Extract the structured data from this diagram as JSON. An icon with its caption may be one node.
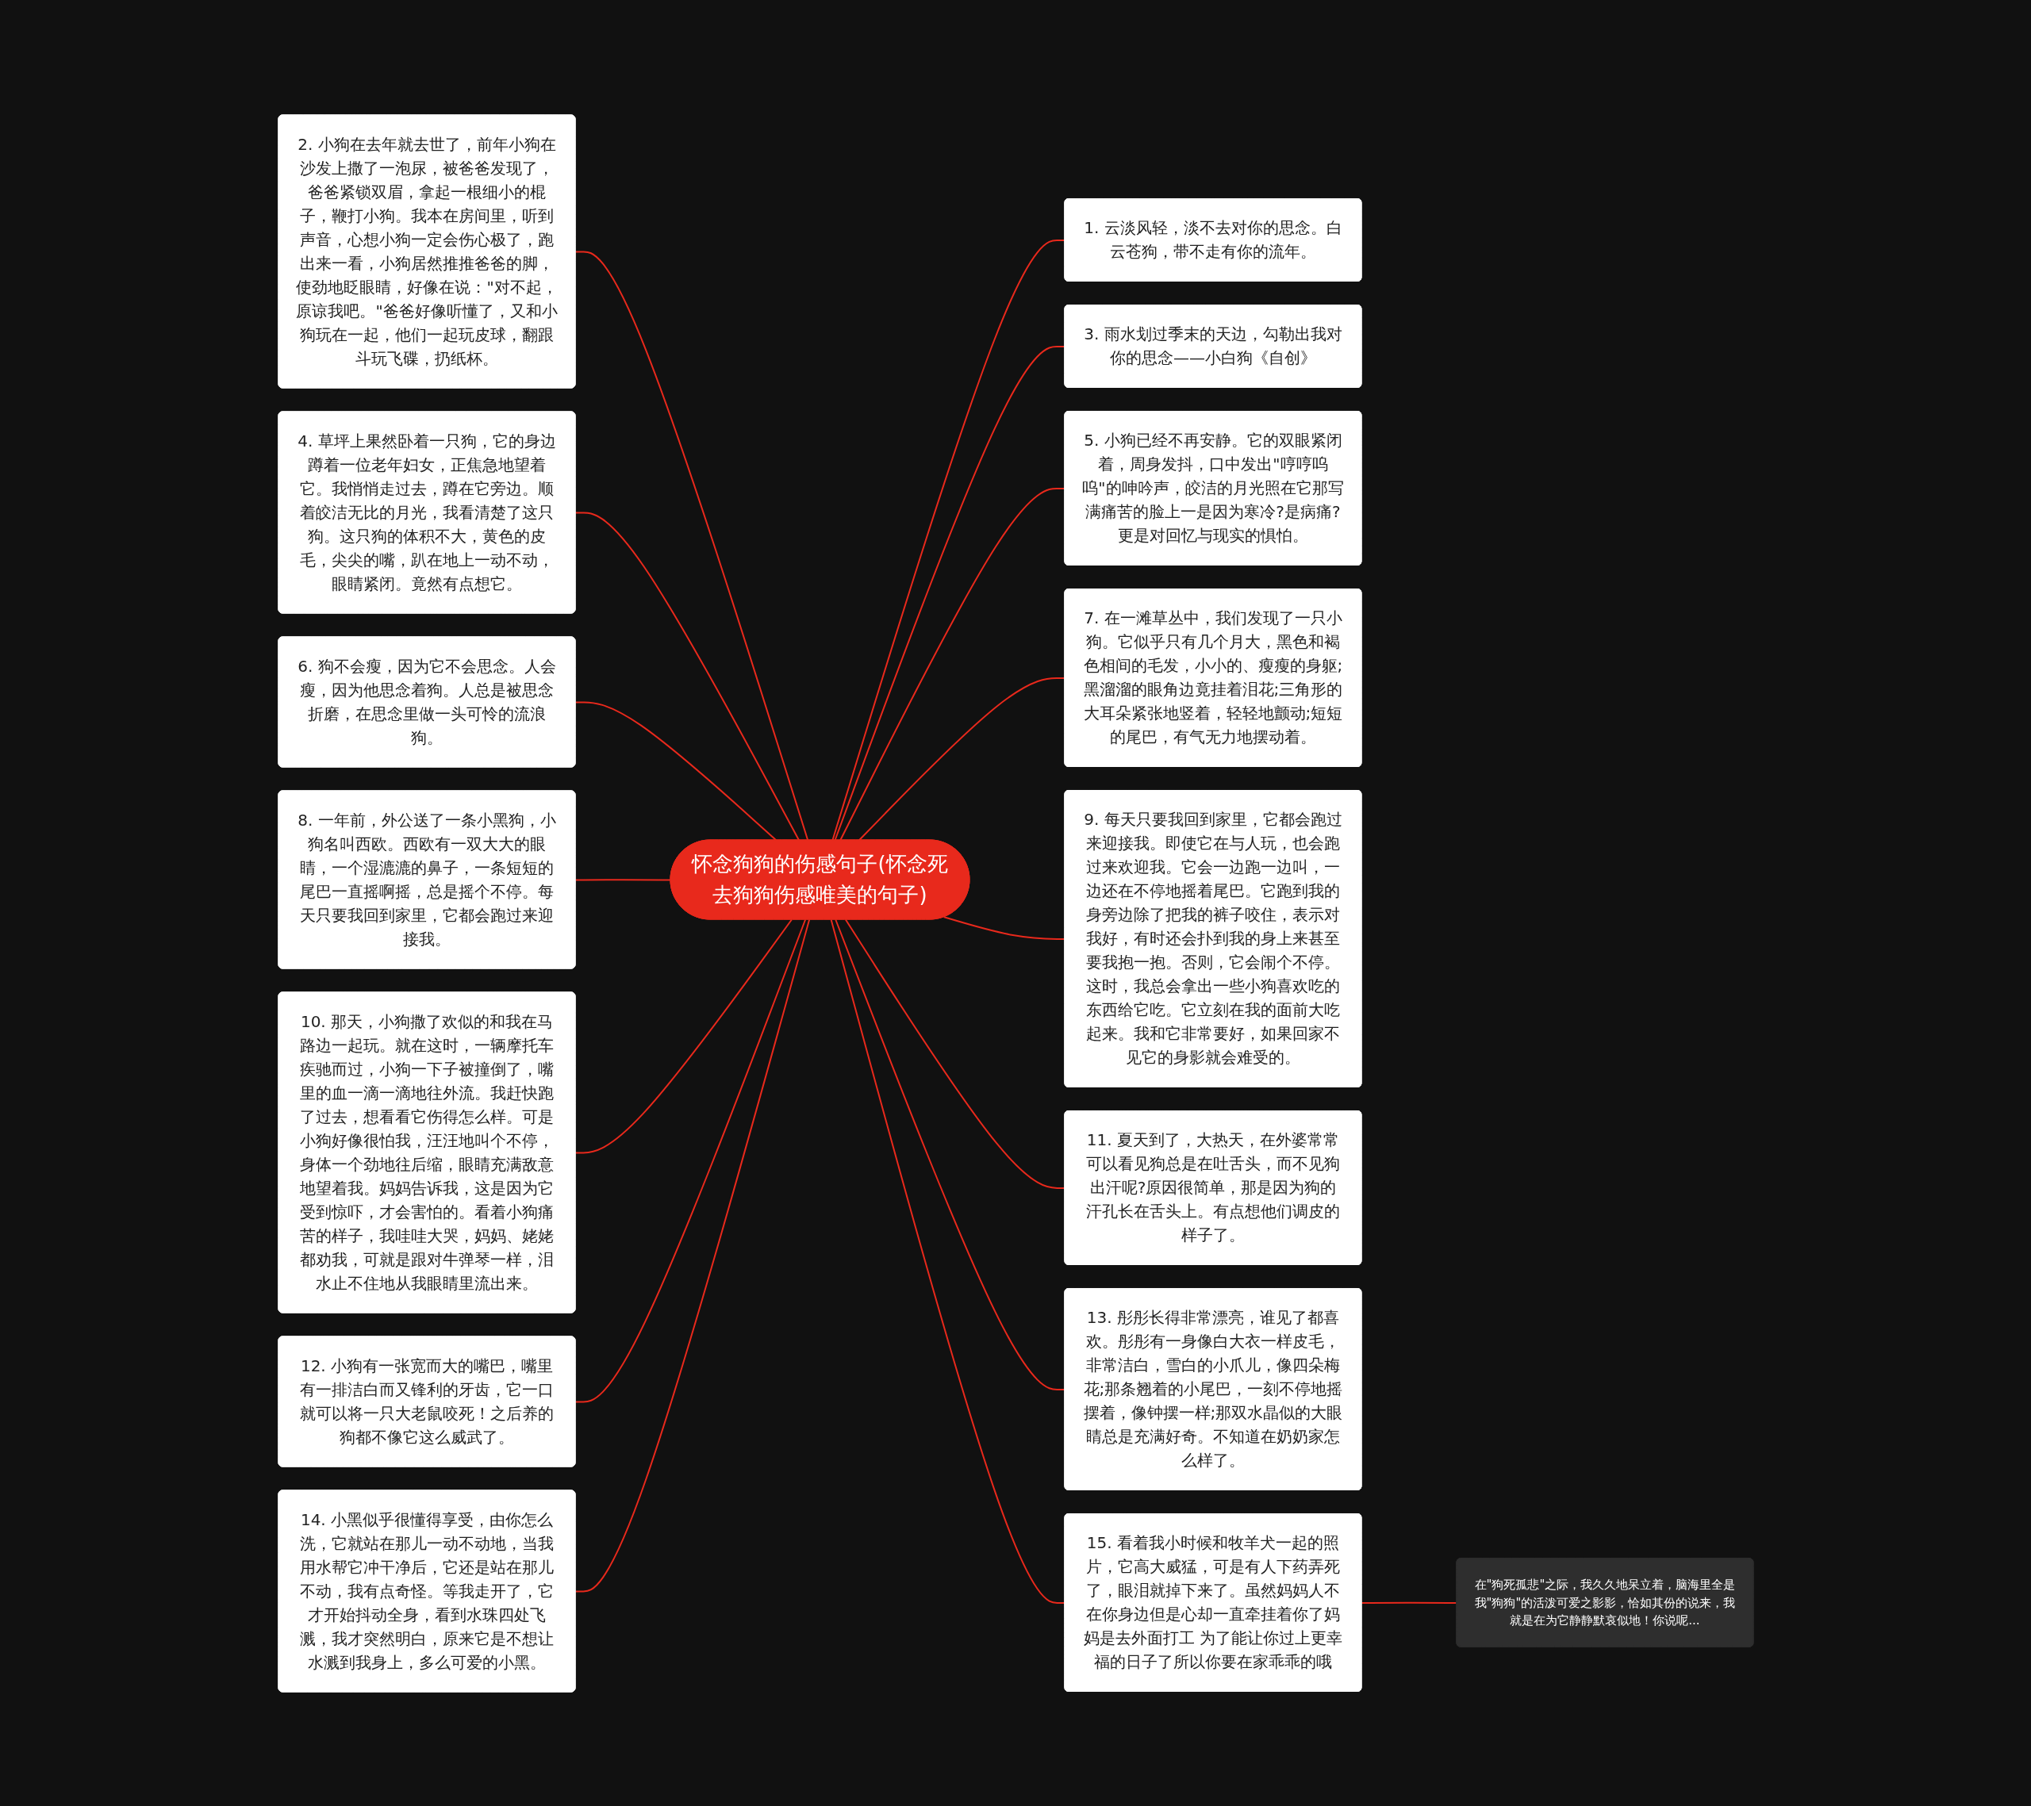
{
  "diagram": {
    "nodes": [
      {
        "text": [
          "怀念狗狗的伤感句子(怀念死去狗狗伤感唯美的句子)"
        ]
      },
      {
        "text": [
          "1. 云淡风轻，淡不去对你的思念。白云苍狗，带不走有你的流年。"
        ]
      },
      {
        "text": [
          "2. 小狗在去年就去世了，前年小狗在沙发上撒了一泡尿，被爸爸发现了，爸爸紧锁双眉，拿起一根细小的棍子，鞭打小狗。我本在房间里，听到声音，心想小狗一定会伤心极了，跑出来一看，小狗居然推推爸爸的脚，使劲地眨眼睛，好像在说：\"对不起，原谅我吧。\"爸爸好像听懂了，又和小狗玩在一起，他们一起玩皮球，翻跟斗玩飞碟，扔纸杯。"
        ]
      },
      {
        "text": [
          "3. 雨水划过季末的天边，勾勒出我对你的思念——小白狗《自创》"
        ]
      },
      {
        "text": [
          "4. 草坪上果然卧着一只狗，它的身边蹲着一位老年妇女，正焦急地望着它。我悄悄走过去，蹲在它旁边。顺着皎洁无比的月光，我看清楚了这只狗。这只狗的体积不大，黄色的皮毛，尖尖的嘴，趴在地上一动不动，眼睛紧闭。竟然有点想它。"
        ]
      },
      {
        "text": [
          "5. 小狗已经不再安静。它的双眼紧闭着，周身发抖，口中发出\"哼哼呜呜\"的呻吟声，皎洁的月光照在它那写满痛苦的脸上一是因为寒冷?是病痛?更是对回忆与现实的惧怕。"
        ]
      },
      {
        "text": [
          "6. 狗不会瘦，因为它不会思念。人会瘦，因为他思念着狗。人总是被思念折磨，在思念里做一头可怜的流浪狗。"
        ]
      },
      {
        "text": [
          "7. 在一滩草丛中，我们发现了一只小狗。它似乎只有几个月大，黑色和褐色相间的毛发，小小的、瘦瘦的身躯;黑溜溜的眼角边竟挂着泪花;三角形的大耳朵紧张地竖着，轻轻地颤动;短短的尾巴，有气无力地摆动着。"
        ]
      },
      {
        "text": [
          "8. 一年前，外公送了一条小黑狗，小狗名叫西欧。西欧有一双大大的眼睛，一个湿漉漉的鼻子，一条短短的尾巴一直摇啊摇，总是摇个不停。每天只要我回到家里，它都会跑过来迎接我。"
        ]
      },
      {
        "text": [
          "9. 每天只要我回到家里，它都会跑过来迎接我。即使它在与人玩，也会跑过来欢迎我。它会一边跑一边叫，一边还在不停地摇着尾巴。它跑到我的身旁边除了把我的裤子咬住，表示对我好，有时还会扑到我的身上来甚至要我抱一抱。否则，它会闹个不停。这时，我总会拿出一些小狗喜欢吃的东西给它吃。它立刻在我的面前大吃起来。我和它非常要好，如果回家不见它的身影就会难受的。"
        ]
      },
      {
        "text": [
          "10. 那天，小狗撒了欢似的和我在马路边一起玩。就在这时，一辆摩托车疾驰而过，小狗一下子被撞倒了，嘴里的血一滴一滴地往外流。我赶快跑了过去，想看看它伤得怎么样。可是小狗好像很怕我，汪汪地叫个不停，身体一个劲地往后缩，眼睛充满敌意地望着我。妈妈告诉我，这是因为它受到惊吓，才会害怕的。看着小狗痛苦的样子，我哇哇大哭，妈妈、姥姥都劝我，可就是跟对牛弹琴一样，泪水止不住地从我眼睛里流出来。"
        ]
      },
      {
        "text": [
          "11. 夏天到了，大热天，在外婆常常可以看见狗总是在吐舌头，而不见狗出汗呢?原因很简单，那是因为狗的汗孔长在舌头上。有点想他们调皮的样子了。"
        ]
      },
      {
        "text": [
          "12. 小狗有一张宽而大的嘴巴，嘴里有一排洁白而又锋利的牙齿，它一口就可以将一只大老鼠咬死！之后养的狗都不像它这么威武了。"
        ]
      },
      {
        "text": [
          "13. 彤彤长得非常漂亮，谁见了都喜欢。彤彤有一身像白大衣一样皮毛，非常洁白，雪白的小爪儿，像四朵梅花;那条翘着的小尾巴，一刻不停地摇摆着，像钟摆一样;那双水晶似的大眼睛总是充满好奇。不知道在奶奶家怎么样了。"
        ]
      },
      {
        "text": [
          "14. 小黑似乎很懂得享受，由你怎么洗，它就站在那儿一动不动地，当我用水帮它冲干净后，它还是站在那儿不动，我有点奇怪。等我走开了，它才开始抖动全身，看到水珠四处飞溅，我才突然明白，原来它是不想让水溅到我身上，多么可爱的小黑。"
        ]
      },
      {
        "text": [
          "15. 看着我小时候和牧羊犬一起的照片，它高大威猛，可是有人下药弄死了，眼泪就掉下来了。虽然妈妈人不在你身边但是心却一直牵挂着你了妈妈是去外面打工 为了能让你过上更幸福的日子了所以你要在家乖乖的哦"
        ]
      },
      {
        "text": [
          "在\"狗死孤悲\"之际，我久久地呆立着，脑海里全是我\"狗狗\"的活泼可爱之影影，恰如其份的说来，我就是在为它静静默哀似地！你说呢..."
        ]
      }
    ],
    "edges": [
      {
        "from": 0,
        "to": 1,
        "arrow": "none"
      },
      {
        "from": 2,
        "to": 0,
        "arrow": "none"
      },
      {
        "from": 0,
        "to": 3,
        "arrow": "none"
      },
      {
        "from": 4,
        "to": 0,
        "arrow": "none"
      },
      {
        "from": 0,
        "to": 5,
        "arrow": "none"
      },
      {
        "from": 6,
        "to": 0,
        "arrow": "none"
      },
      {
        "from": 0,
        "to": 7,
        "arrow": "none"
      },
      {
        "from": 8,
        "to": 0,
        "arrow": "none"
      },
      {
        "from": 0,
        "to": 9,
        "arrow": "none"
      },
      {
        "from": 10,
        "to": 0,
        "arrow": "none"
      },
      {
        "from": 0,
        "to": 11,
        "arrow": "none"
      },
      {
        "from": 12,
        "to": 0,
        "arrow": "none"
      },
      {
        "from": 0,
        "to": 13,
        "arrow": "none"
      },
      {
        "from": 14,
        "to": 0,
        "arrow": "none"
      },
      {
        "from": 0,
        "to": 15,
        "arrow": "none"
      },
      {
        "from": 15,
        "to": 16,
        "arrow": "none"
      }
    ]
  }
}
